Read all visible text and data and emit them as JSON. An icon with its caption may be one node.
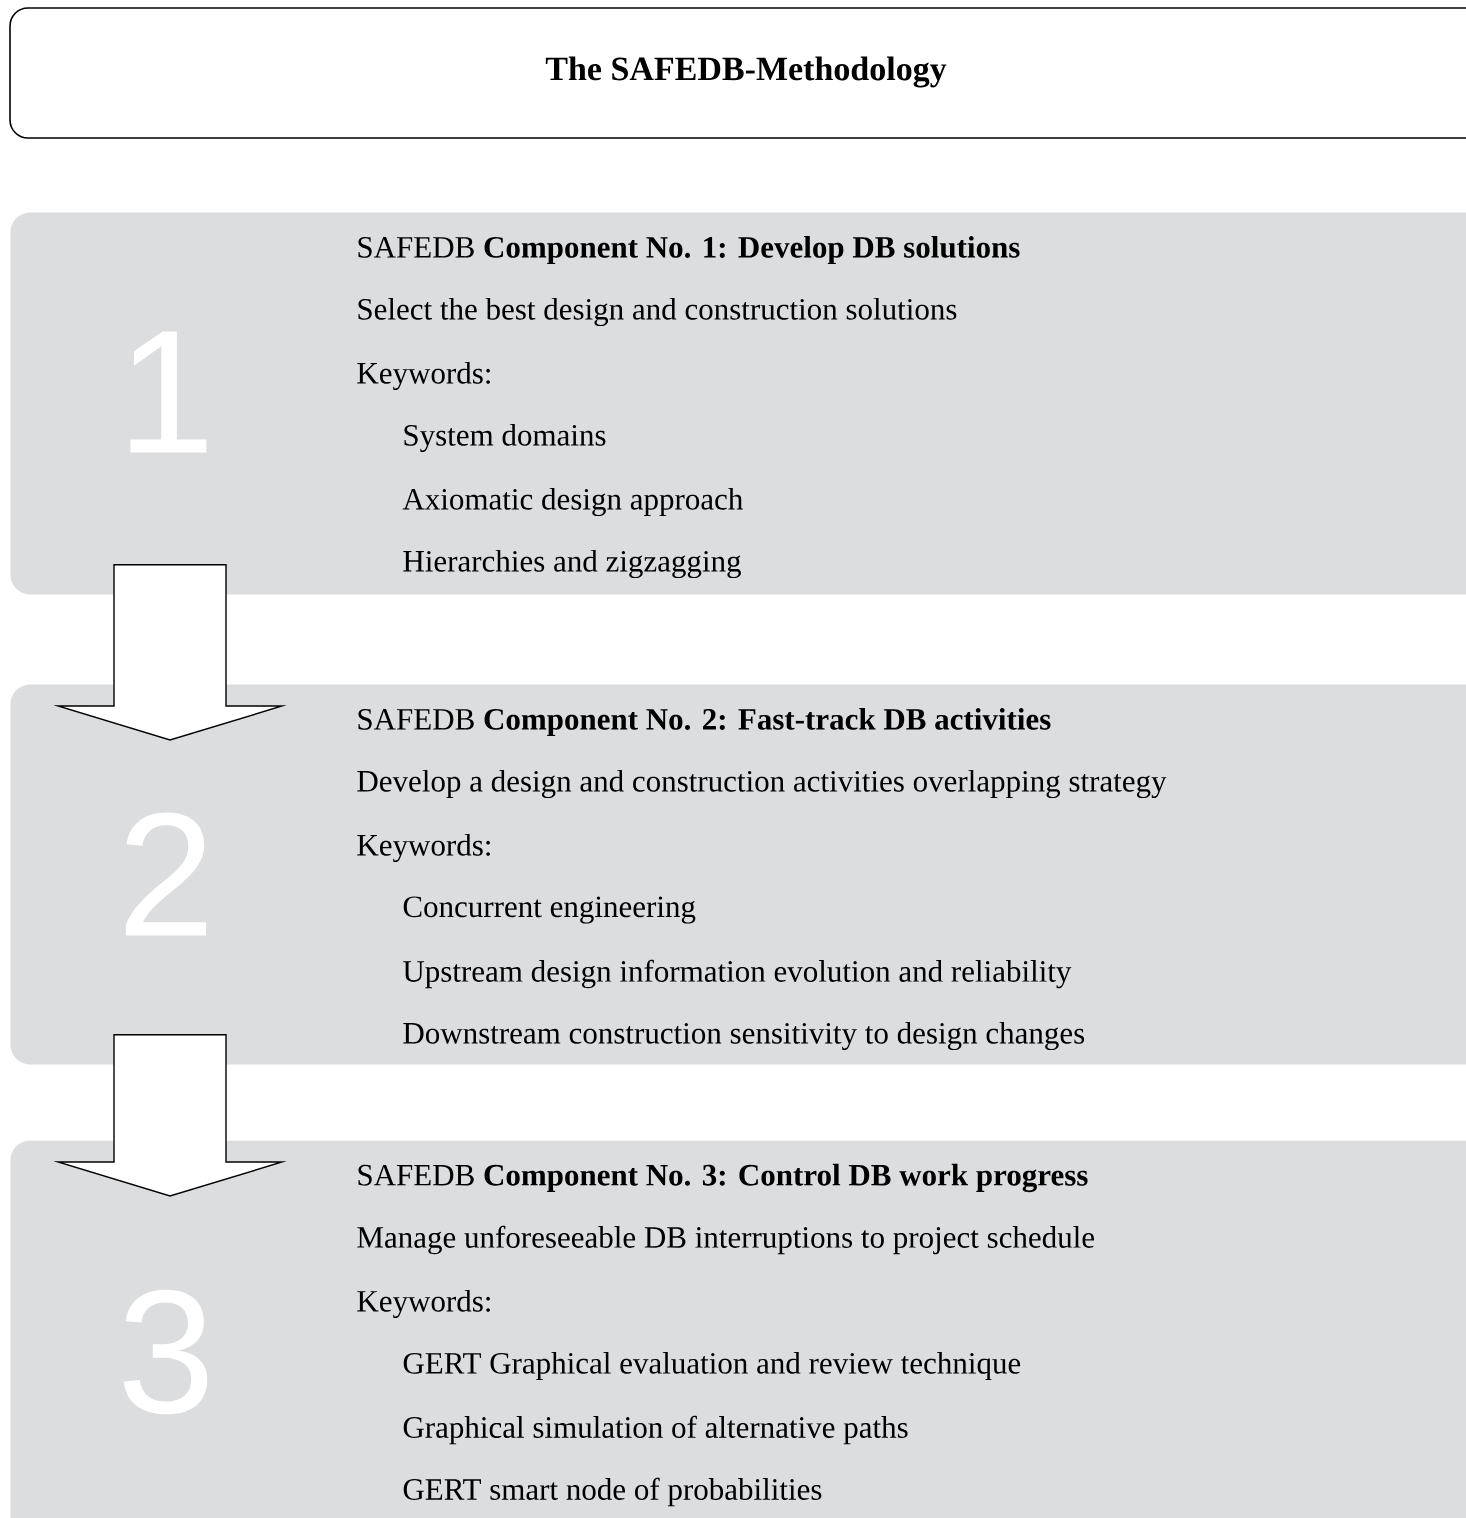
{
  "diagram": {
    "title": "The SAFEDB-Methodology",
    "nodes": [
      {
        "text": [
          "1",
          "SAFEDB **Component No. 1: Develop DB solutions**",
          "Select the best design and construction solutions",
          "Keywords:",
          "System domains",
          "Axiomatic design approach",
          "Hierarchies and zigzagging"
        ]
      },
      {
        "text": [
          "2",
          "SAFEDB **Component No. 2: Fast-track DB activities**",
          "Develop a design and construction activities overlapping strategy",
          "Keywords:",
          "Concurrent engineering",
          "Upstream design information evolution and reliability",
          "Downstream construction sensitivity to design changes"
        ]
      },
      {
        "text": [
          "3",
          "SAFEDB **Component No. 3: Control DB work progress**",
          "Manage unforeseeable DB interruptions to project schedule",
          "Keywords:",
          "GERT Graphical evaluation and review technique",
          "Graphical simulation of alternative paths",
          "GERT smart node of probabilities"
        ]
      }
    ],
    "edges": [
      {
        "from": 0,
        "to": 1,
        "arrow": "to"
      },
      {
        "from": 1,
        "to": 2,
        "arrow": "to"
      }
    ]
  }
}
